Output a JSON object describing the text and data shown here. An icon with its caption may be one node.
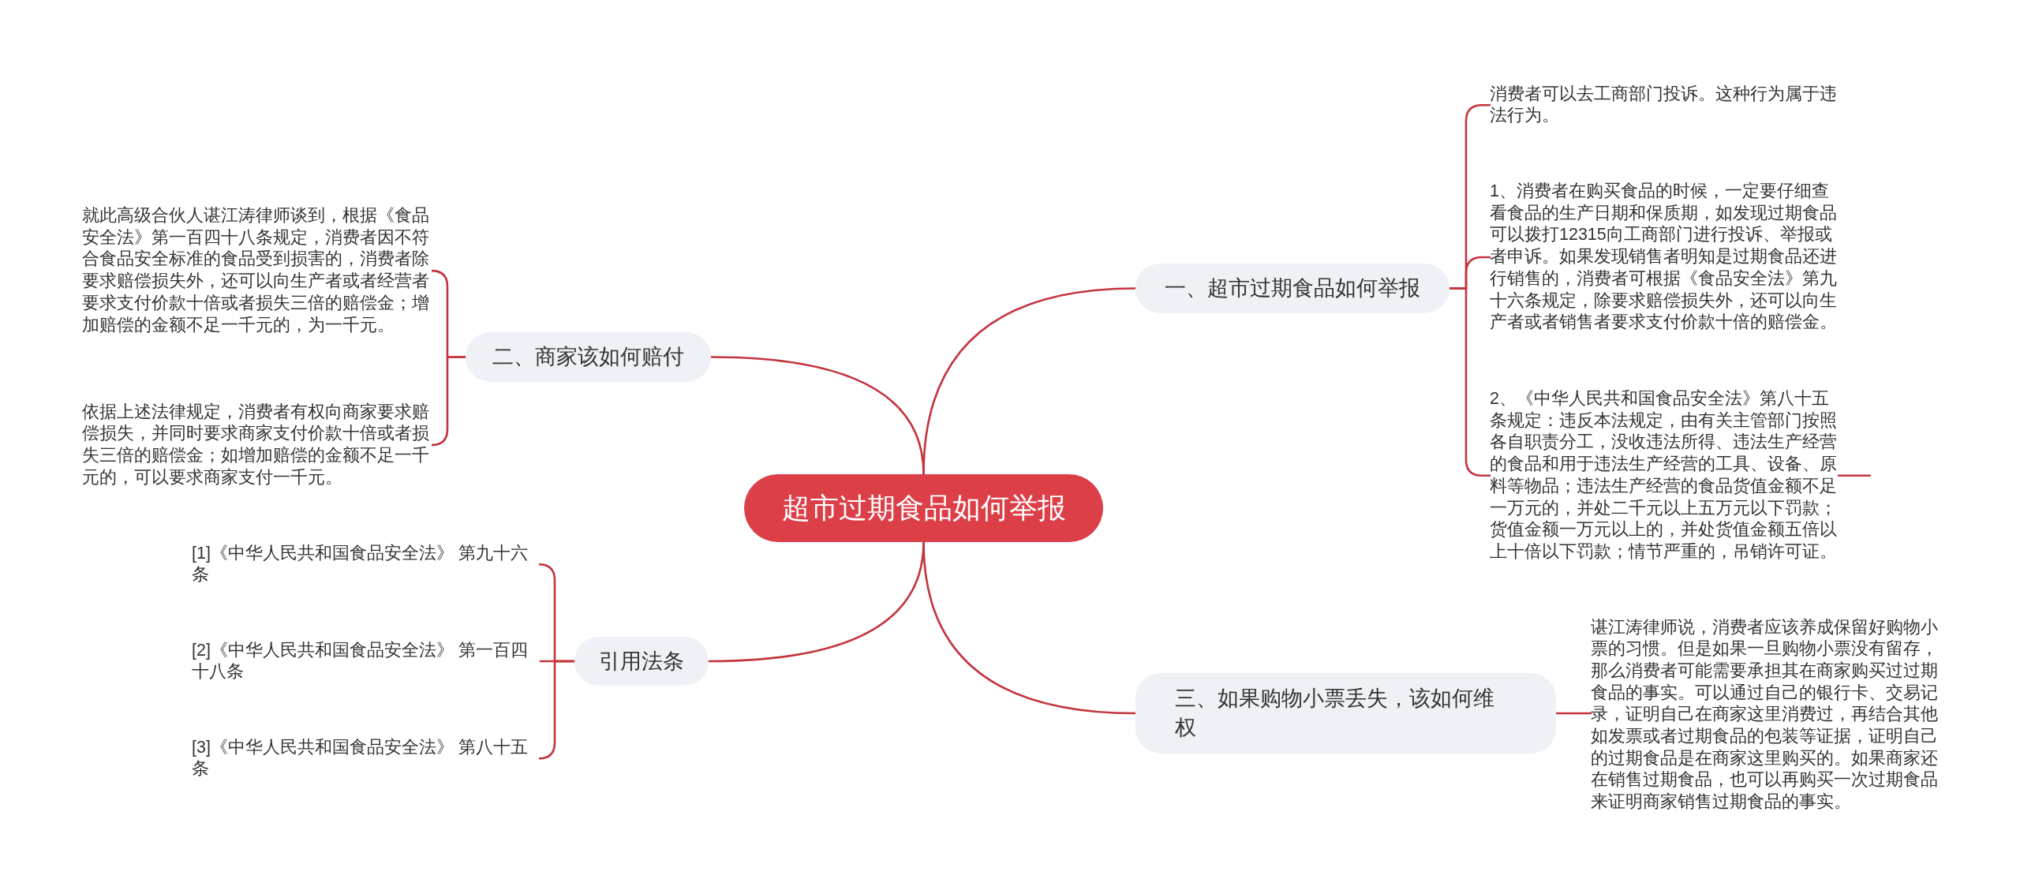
{
  "diagram": {
    "nodes": [
      {
        "text": [
          "超市过期食品如何举报"
        ]
      },
      {
        "text": [
          "一、超市过期食品如何举报"
        ]
      },
      {
        "text": [
          "消费者可以去工商部门投诉。这种行为属于违法行为。"
        ]
      },
      {
        "text": [
          "1、消费者在购买食品的时候，一定要仔细查看食品的生产日期和保质期，如发现过期食品可以拨打12315向工商部门进行投诉、举报或者申诉。如果发现销售者明知是过期食品还进行销售的，消费者可根据《食品安全法》第九十六条规定，除要求赔偿损失外，还可以向生产者或者销售者要求支付价款十倍的赔偿金。"
        ]
      },
      {
        "text": [
          "2、《中华人民共和国食品安全法》第八十五条规定：违反本法规定，由有关主管部门按照各自职责分工，没收违法所得、违法生产经营的食品和用于违法生产经营的工具、设备、原料等物品；违法生产经营的食品货值金额不足一万元的，并处二千元以上五万元以下罚款；货值金额一万元以上的，并处货值金额五倍以上十倍以下罚款；情节严重的，吊销许可证。"
        ]
      },
      {
        "text": [
          "二、商家该如何赔付"
        ]
      },
      {
        "text": [
          "就此高级合伙人谌江涛律师谈到，根据《食品安全法》第一百四十八条规定，消费者因不符合食品安全标准的食品受到损害的，消费者除要求赔偿损失外，还可以向生产者或者经营者要求支付价款十倍或者损失三倍的赔偿金；增加赔偿的金额不足一千元的，为一千元。"
        ]
      },
      {
        "text": [
          "依据上述法律规定，消费者有权向商家要求赔偿损失，并同时要求商家支付价款十倍或者损失三倍的赔偿金；如增加赔偿的金额不足一千元的，可以要求商家支付一千元。"
        ]
      },
      {
        "text": [
          "三、如果购物小票丢失，该如何维权"
        ]
      },
      {
        "text": [
          "谌江涛律师说，消费者应该养成保留好购物小票的习惯。但是如果一旦购物小票没有留存，那么消费者可能需要承担其在商家购买过过期食品的事实。可以通过自己的银行卡、交易记录，证明自己在商家这里消费过，再结合其他如发票或者过期食品的包装等证据，证明自己的过期食品是在商家这里购买的。如果商家还在销售过期食品，也可以再购买一次过期食品来证明商家销售过期食品的事实。"
        ]
      },
      {
        "text": [
          "引用法条"
        ]
      },
      {
        "text": [
          "[1]《中华人民共和国食品安全法》 第九十六条"
        ]
      },
      {
        "text": [
          "[2]《中华人民共和国食品安全法》 第一百四十八条"
        ]
      },
      {
        "text": [
          "[3]《中华人民共和国食品安全法》 第八十五条"
        ]
      }
    ],
    "edges": [
      {
        "from": 0,
        "to": 1,
        "arrow": "none"
      },
      {
        "from": 1,
        "to": 2,
        "arrow": "none"
      },
      {
        "from": 1,
        "to": 3,
        "arrow": "none"
      },
      {
        "from": 1,
        "to": 4,
        "arrow": "none"
      },
      {
        "from": 4,
        "to": null,
        "arrow": "none"
      },
      {
        "from": 0,
        "to": 5,
        "arrow": "none"
      },
      {
        "from": 5,
        "to": 6,
        "arrow": "none"
      },
      {
        "from": 5,
        "to": 7,
        "arrow": "none"
      },
      {
        "from": 0,
        "to": 8,
        "arrow": "none"
      },
      {
        "from": 8,
        "to": 9,
        "arrow": "none"
      },
      {
        "from": 0,
        "to": 10,
        "arrow": "none"
      },
      {
        "from": 10,
        "to": 11,
        "arrow": "none"
      },
      {
        "from": 10,
        "to": 12,
        "arrow": "none"
      },
      {
        "from": 10,
        "to": 13,
        "arrow": "none"
      }
    ]
  }
}
